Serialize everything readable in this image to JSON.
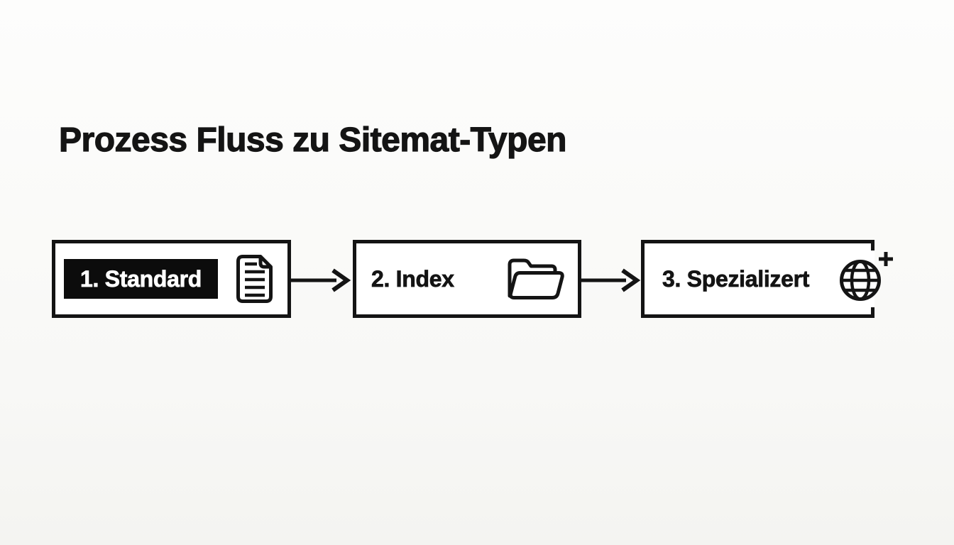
{
  "title": "Prozess Fluss zu Sitemat-Typen",
  "diagram": {
    "type": "process-flow",
    "direction": "left-to-right",
    "steps": [
      {
        "label": "1. Standard",
        "icon": "document-icon",
        "highlighted": true
      },
      {
        "label": "2. Index",
        "icon": "folder-open-icon",
        "highlighted": false
      },
      {
        "label": "3. Spezializert",
        "icon": "globe-plus-icon",
        "highlighted": false
      }
    ],
    "connectors": [
      "arrow-right",
      "arrow-right"
    ]
  },
  "colors": {
    "ink": "#141414",
    "canvas_background": "#f8f8f6",
    "box_fill": "#ffffff",
    "highlight_background": "#0c0c0c",
    "highlight_text": "#ffffff"
  }
}
